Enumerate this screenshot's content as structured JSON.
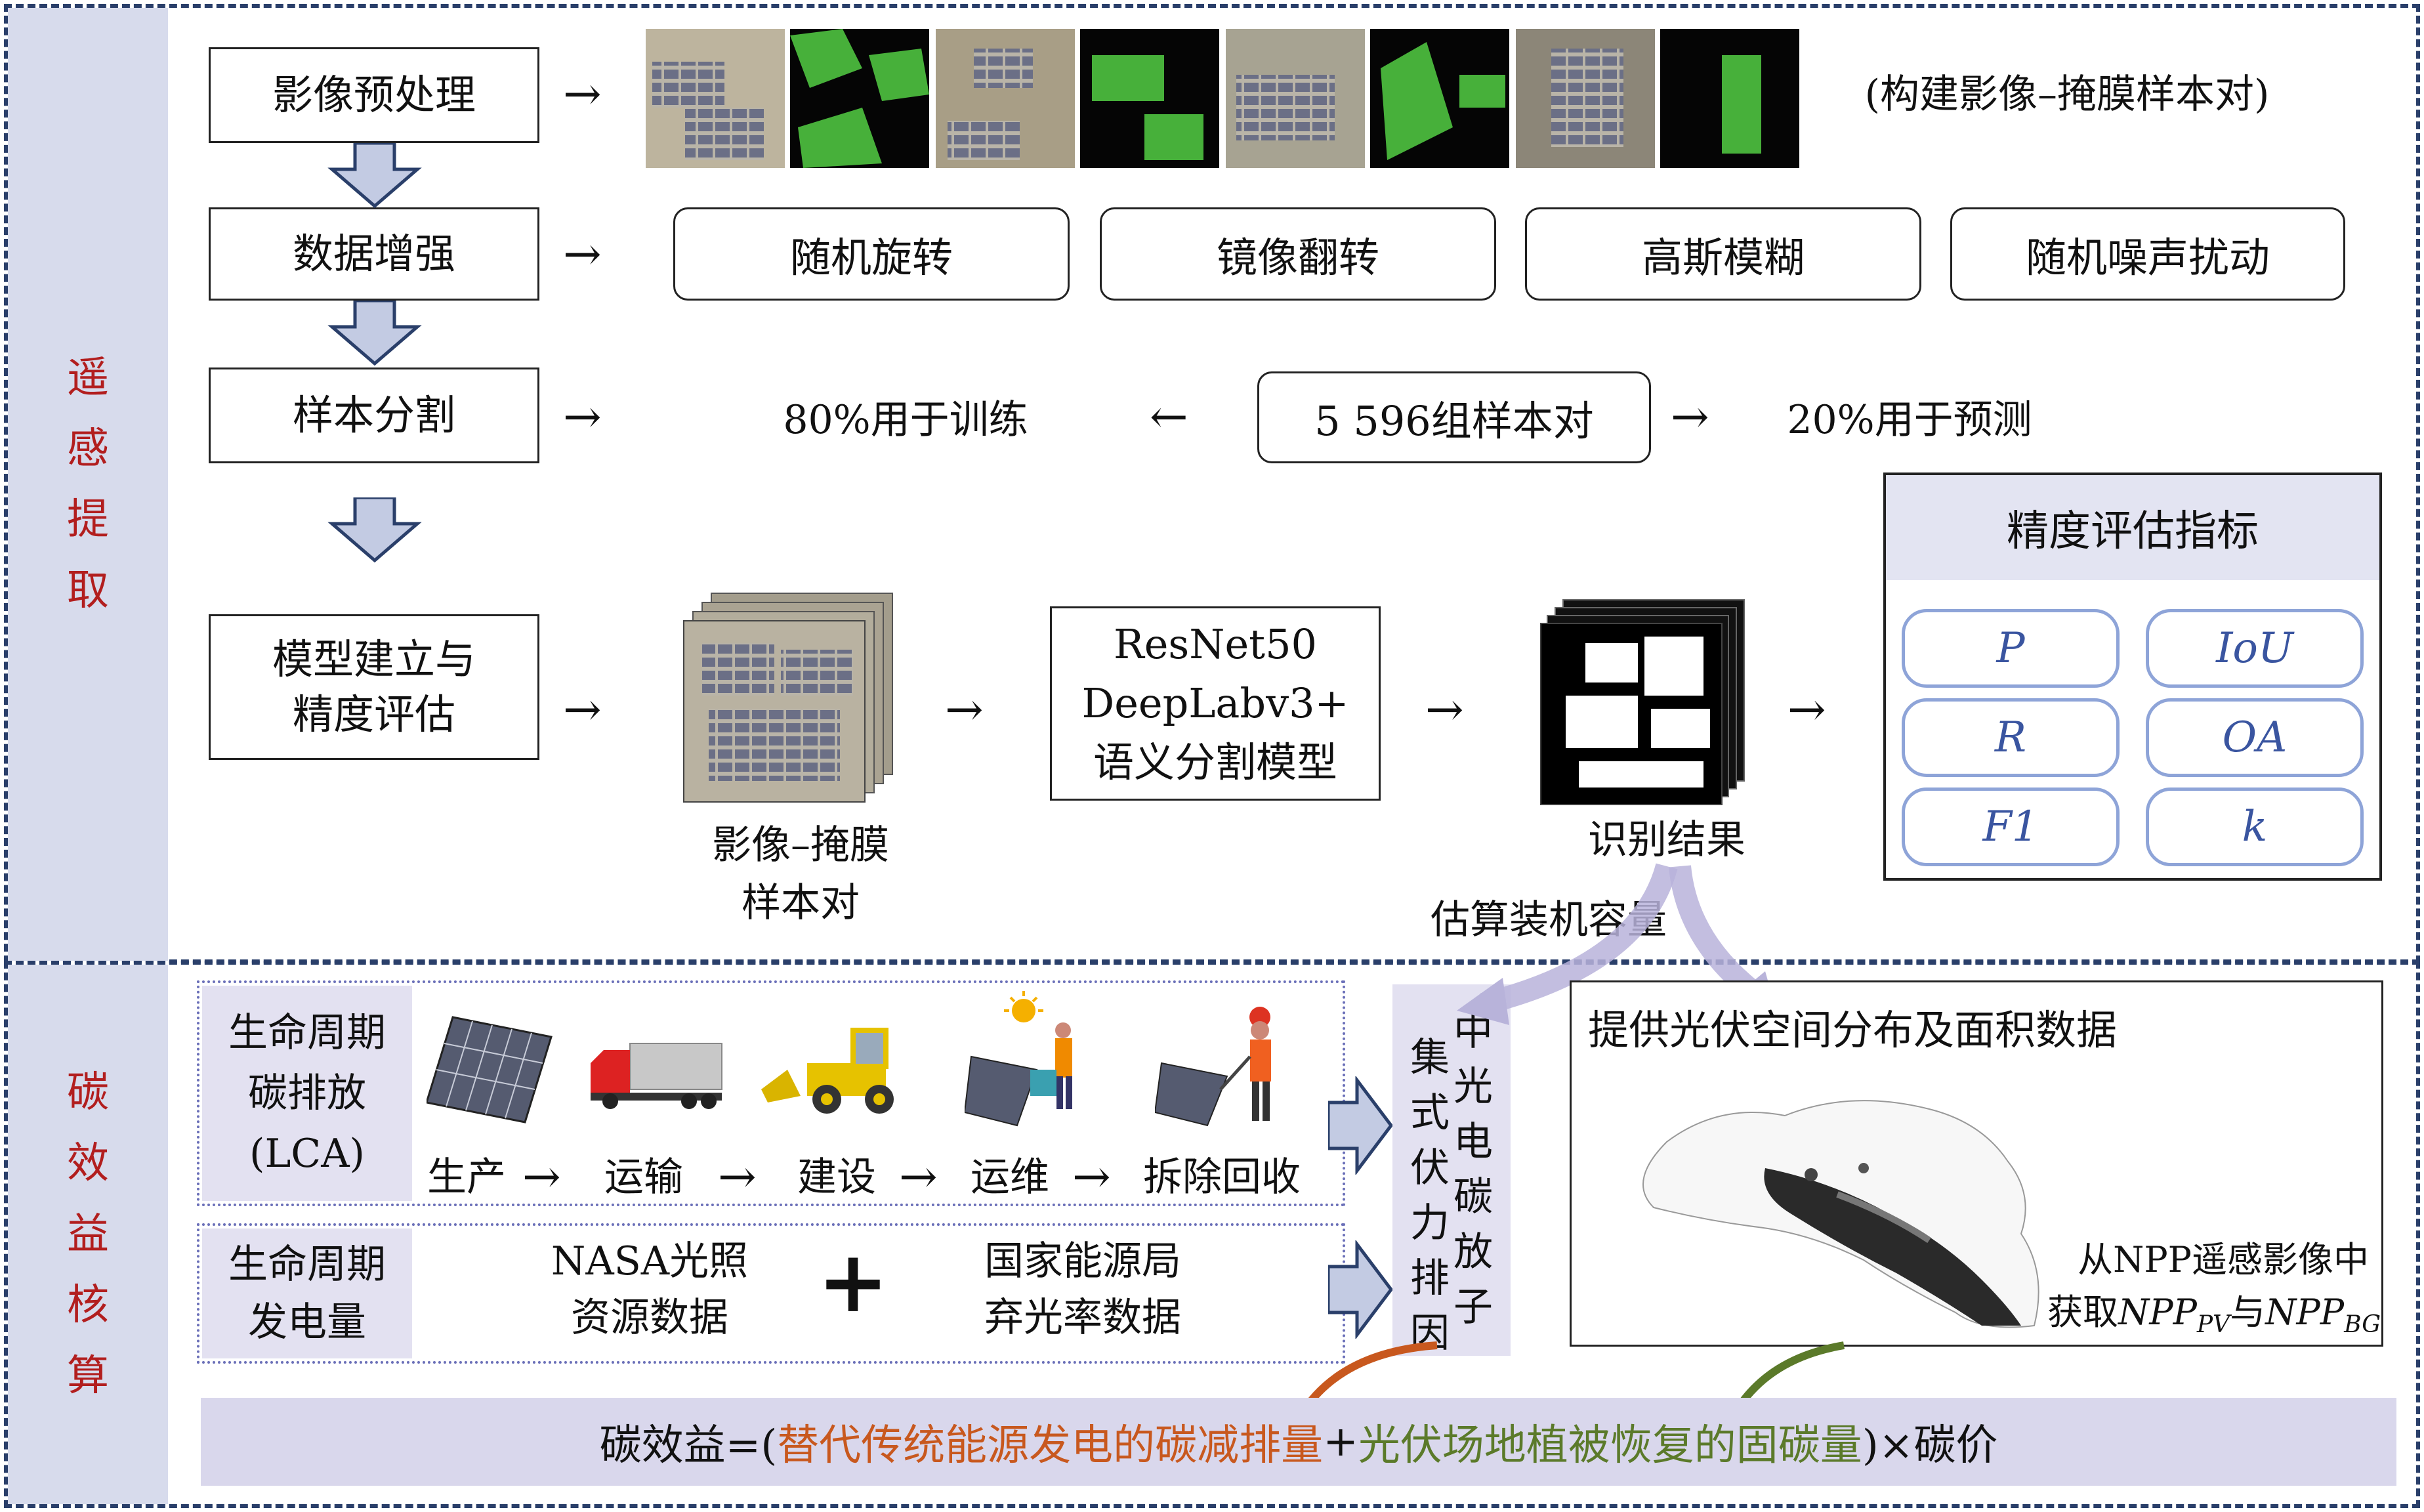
{
  "sections": {
    "remote": [
      "遥",
      "感",
      "提",
      "取"
    ],
    "carbon": [
      "碳",
      "效",
      "益",
      "核",
      "算"
    ]
  },
  "steps": {
    "preprocess": "影像预处理",
    "augment": "数据增强",
    "split": "样本分割",
    "model_line1": "模型建立与",
    "model_line2": "精度评估"
  },
  "preprocess_note": "(构建影像–掩膜样本对)",
  "augment_ops": [
    "随机旋转",
    "镜像翻转",
    "高斯模糊",
    "随机噪声扰动"
  ],
  "split_data": {
    "train": "80%用于训练",
    "pairs": "5 596组样本对",
    "test": "20%用于预测"
  },
  "model": {
    "input_line1": "影像–掩膜",
    "input_line2": "样本对",
    "net_line1": "ResNet50",
    "net_line2": "DeepLabv3+",
    "net_line3": "语义分割模型",
    "result": "识别结果",
    "capacity": "估算装机容量"
  },
  "metrics": {
    "title": "精度评估指标",
    "items": [
      "P",
      "IoU",
      "R",
      "OA",
      "F1",
      "k"
    ]
  },
  "lca": {
    "label_line1": "生命周期",
    "label_line2": "碳排放",
    "label_line3": "(LCA)",
    "stages": [
      "生产",
      "运输",
      "建设",
      "运维",
      "拆除回收"
    ]
  },
  "generation": {
    "label_line1": "生命周期",
    "label_line2": "发电量",
    "nasa_line1": "NASA光照",
    "nasa_line2": "资源数据",
    "plus": "+",
    "nea_line1": "国家能源局",
    "nea_line2": "弃光率数据"
  },
  "factor": {
    "col1": [
      "集",
      "式",
      "伏",
      "力",
      "排",
      "因"
    ],
    "col2": [
      "中",
      "光",
      "电",
      "碳",
      "放",
      "子"
    ]
  },
  "spatial": {
    "title": "提供光伏空间分布及面积数据",
    "note_line1": "从NPP遥感影像中",
    "note_prefix": "获取",
    "npp": "NPP",
    "pv": "PV",
    "and": "与",
    "bg": "BG"
  },
  "formula": {
    "prefix": "碳效益=(",
    "part1": "替代传统能源发电的碳减排量",
    "plus": "+",
    "part2": "光伏场地植被恢复的固碳量",
    "suffix": ")×碳价"
  },
  "colors": {
    "border": "#2a3f6a",
    "side_bg": "#d7dbec",
    "side_text": "#b21e1e",
    "orange": "#c8581e",
    "green": "#5b7a2a",
    "metric": "#8ea4d8"
  }
}
